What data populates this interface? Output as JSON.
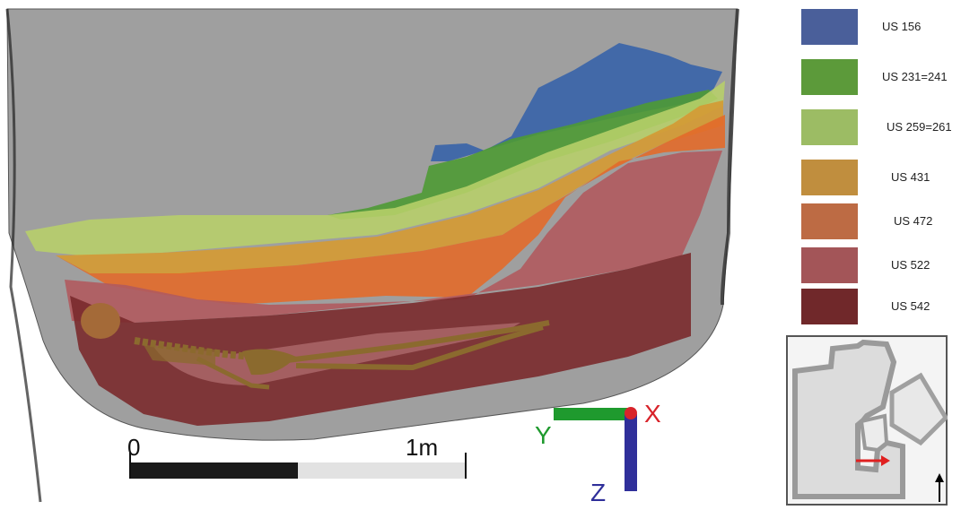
{
  "legend": {
    "items": [
      {
        "label": "US 156",
        "color": "#4a5f9a"
      },
      {
        "label": "US 231=241",
        "color": "#5c9a3a"
      },
      {
        "label": "US 259=261",
        "color": "#9cbc64"
      },
      {
        "label": "US 431",
        "color": "#c08e3e"
      },
      {
        "label": "US 472",
        "color": "#bd6b44"
      },
      {
        "label": "US 522",
        "color": "#a35558"
      },
      {
        "label": "US 542",
        "color": "#70282a"
      }
    ]
  },
  "scale_bar": {
    "start_label": "0",
    "end_label": "1m"
  },
  "axes": {
    "x_label": "X",
    "y_label": "Y",
    "z_label": "Z",
    "x_color": "#d8232a",
    "y_color": "#1f9a2e",
    "z_color": "#2f2f9a"
  },
  "colors": {
    "background": "#ffffff",
    "pit_surface": "#8e8e8e",
    "skeleton": "#8b6a2e"
  },
  "minimap": {
    "arrow_color": "#e02020",
    "north_arrow_color": "#000000"
  }
}
